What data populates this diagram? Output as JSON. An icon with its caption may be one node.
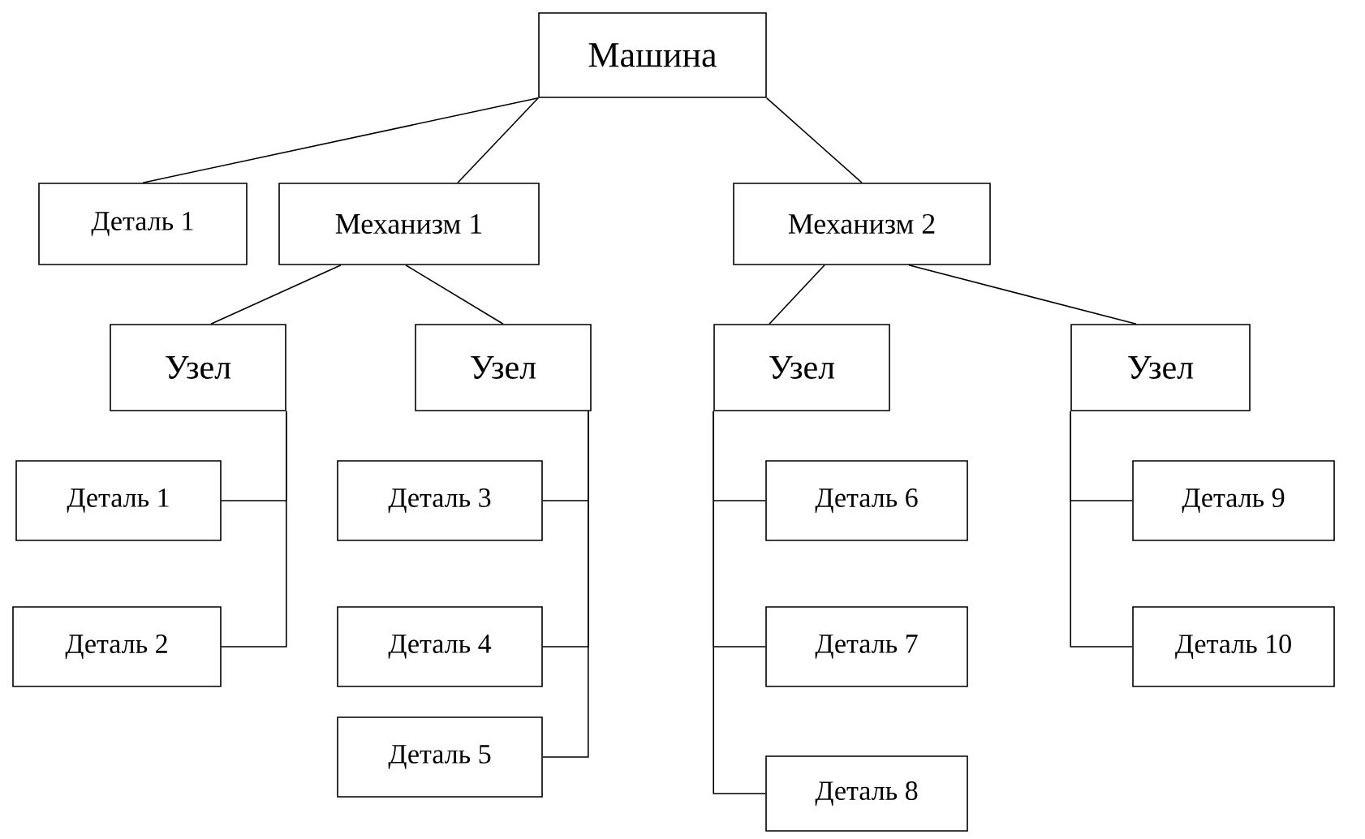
{
  "diagram": {
    "nodes": [
      {
        "text": [
          "Машина"
        ]
      },
      {
        "text": [
          "Деталь 1"
        ]
      },
      {
        "text": [
          "Механизм 1"
        ]
      },
      {
        "text": [
          "Механизм 2"
        ]
      },
      {
        "text": [
          "Узел"
        ]
      },
      {
        "text": [
          "Узел"
        ]
      },
      {
        "text": [
          "Узел"
        ]
      },
      {
        "text": [
          "Узел"
        ]
      },
      {
        "text": [
          "Деталь 1"
        ]
      },
      {
        "text": [
          "Деталь 2"
        ]
      },
      {
        "text": [
          "Деталь 3"
        ]
      },
      {
        "text": [
          "Деталь 4"
        ]
      },
      {
        "text": [
          "Деталь 5"
        ]
      },
      {
        "text": [
          "Деталь 6"
        ]
      },
      {
        "text": [
          "Деталь 7"
        ]
      },
      {
        "text": [
          "Деталь 8"
        ]
      },
      {
        "text": [
          "Деталь 9"
        ]
      },
      {
        "text": [
          "Деталь 10"
        ]
      }
    ],
    "edges": [
      {
        "from": 0,
        "to": 1,
        "arrow": "none"
      },
      {
        "from": 0,
        "to": 2,
        "arrow": "none"
      },
      {
        "from": 0,
        "to": 3,
        "arrow": "none"
      },
      {
        "from": 2,
        "to": 4,
        "arrow": "none"
      },
      {
        "from": 2,
        "to": 5,
        "arrow": "none"
      },
      {
        "from": 3,
        "to": 6,
        "arrow": "none"
      },
      {
        "from": 3,
        "to": 7,
        "arrow": "none"
      },
      {
        "from": 4,
        "to": 8,
        "arrow": "none"
      },
      {
        "from": 4,
        "to": 9,
        "arrow": "none"
      },
      {
        "from": 5,
        "to": 10,
        "arrow": "none"
      },
      {
        "from": 5,
        "to": 11,
        "arrow": "none"
      },
      {
        "from": 5,
        "to": 12,
        "arrow": "none"
      },
      {
        "from": 6,
        "to": 13,
        "arrow": "none"
      },
      {
        "from": 6,
        "to": 14,
        "arrow": "none"
      },
      {
        "from": 6,
        "to": 15,
        "arrow": "none"
      },
      {
        "from": 7,
        "to": 16,
        "arrow": "none"
      },
      {
        "from": 7,
        "to": 17,
        "arrow": "none"
      }
    ]
  }
}
